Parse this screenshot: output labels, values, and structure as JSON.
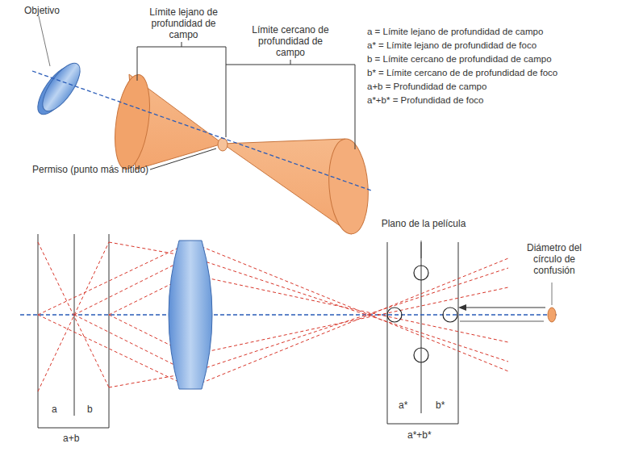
{
  "diagram": {
    "labels": [
      "Objetivo",
      "Límite lejano de profundidad de campo",
      "Límite cercano de profundidad de campo",
      "a = Límite lejano de profundidad de campo",
      "a* = Límite lejano de profundidad de foco",
      "b = Límite cercano de profundidad de campo",
      "b* = Límite cercano de de profundidad de foco",
      "a+b = Profundidad de campo",
      "a*+b* = Profundidad de foco",
      "Permiso (punto más nítido)",
      "Plano de la película",
      "Diámetro del círculo de confusión",
      "a",
      "b",
      "a+b",
      "a*",
      "b*",
      "a*+b*"
    ]
  }
}
